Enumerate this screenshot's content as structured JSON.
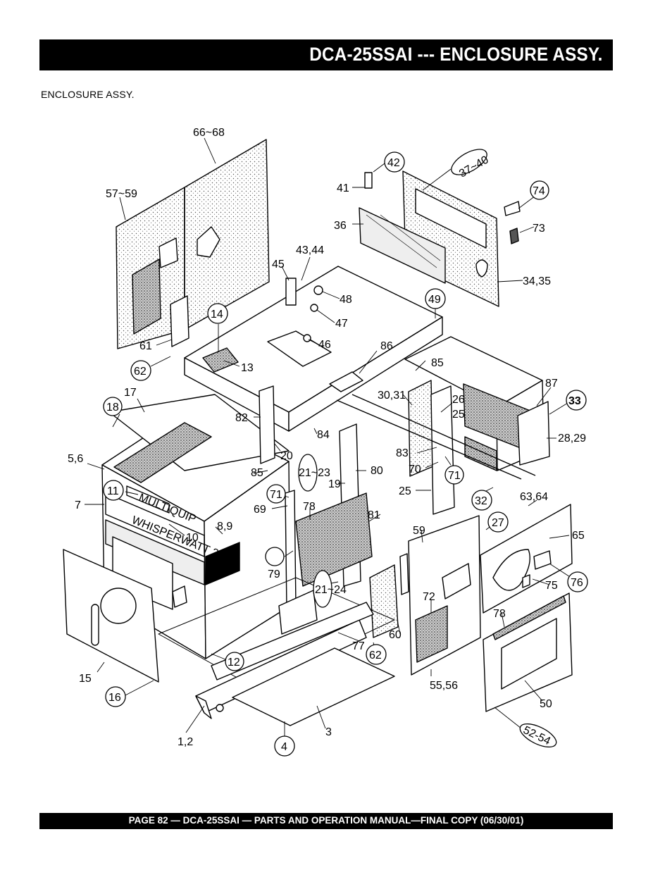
{
  "header": {
    "title": "DCA-25SSAI --- ENCLOSURE ASSY."
  },
  "section_title": "ENCLOSURE ASSY.",
  "brand_labels": {
    "plate": "MULTIQUIP",
    "model": "WHISPERWATT 25",
    "logo": "MQ"
  },
  "callouts": {
    "c66_68": "66~68",
    "c57_59": "57~59",
    "c42": "42",
    "c41": "41",
    "c37_40": "37~40",
    "c74": "74",
    "c73": "73",
    "c36": "36",
    "c43_44": "43,44",
    "c45": "45",
    "c48": "48",
    "c47": "47",
    "c46": "46",
    "c34_35": "34,35",
    "c49": "49",
    "c86": "86",
    "c14": "14",
    "c13": "13",
    "c61": "61",
    "c62a": "62",
    "c85a": "85",
    "c17": "17",
    "c18": "18",
    "c30_31": "30,31",
    "c26": "26",
    "c25a": "25",
    "c87": "87",
    "c33": "33",
    "c28_29": "28,29",
    "c82": "82",
    "c84": "84",
    "c83": "83",
    "c5_6": "5,6",
    "c20": "20",
    "c21_23": "21~23",
    "c85b": "85",
    "c80": "80",
    "c70": "70",
    "c71a": "71",
    "c11": "11",
    "c7": "7",
    "c71b": "71",
    "c69": "69",
    "c78a": "78",
    "c19": "19",
    "c25b": "25",
    "c32": "32",
    "c63_64": "63,64",
    "c10": "10",
    "c8_9": "8,9",
    "c81": "81",
    "c59": "59",
    "c27": "27",
    "c65": "65",
    "c79": "79",
    "c21_24": "21~24",
    "c72": "72",
    "c76": "76",
    "c75": "75",
    "c78b": "78",
    "c60": "60",
    "c77": "77",
    "c62b": "62",
    "c15": "15",
    "c12": "12",
    "c55_56": "55,56",
    "c16": "16",
    "c50": "50",
    "c3": "3",
    "c1_2": "1,2",
    "c4": "4",
    "c52_54": "52-54"
  },
  "footer": {
    "text": "PAGE 82 — DCA-25SSAI — PARTS AND OPERATION  MANUAL—FINAL COPY  (06/30/01)"
  }
}
